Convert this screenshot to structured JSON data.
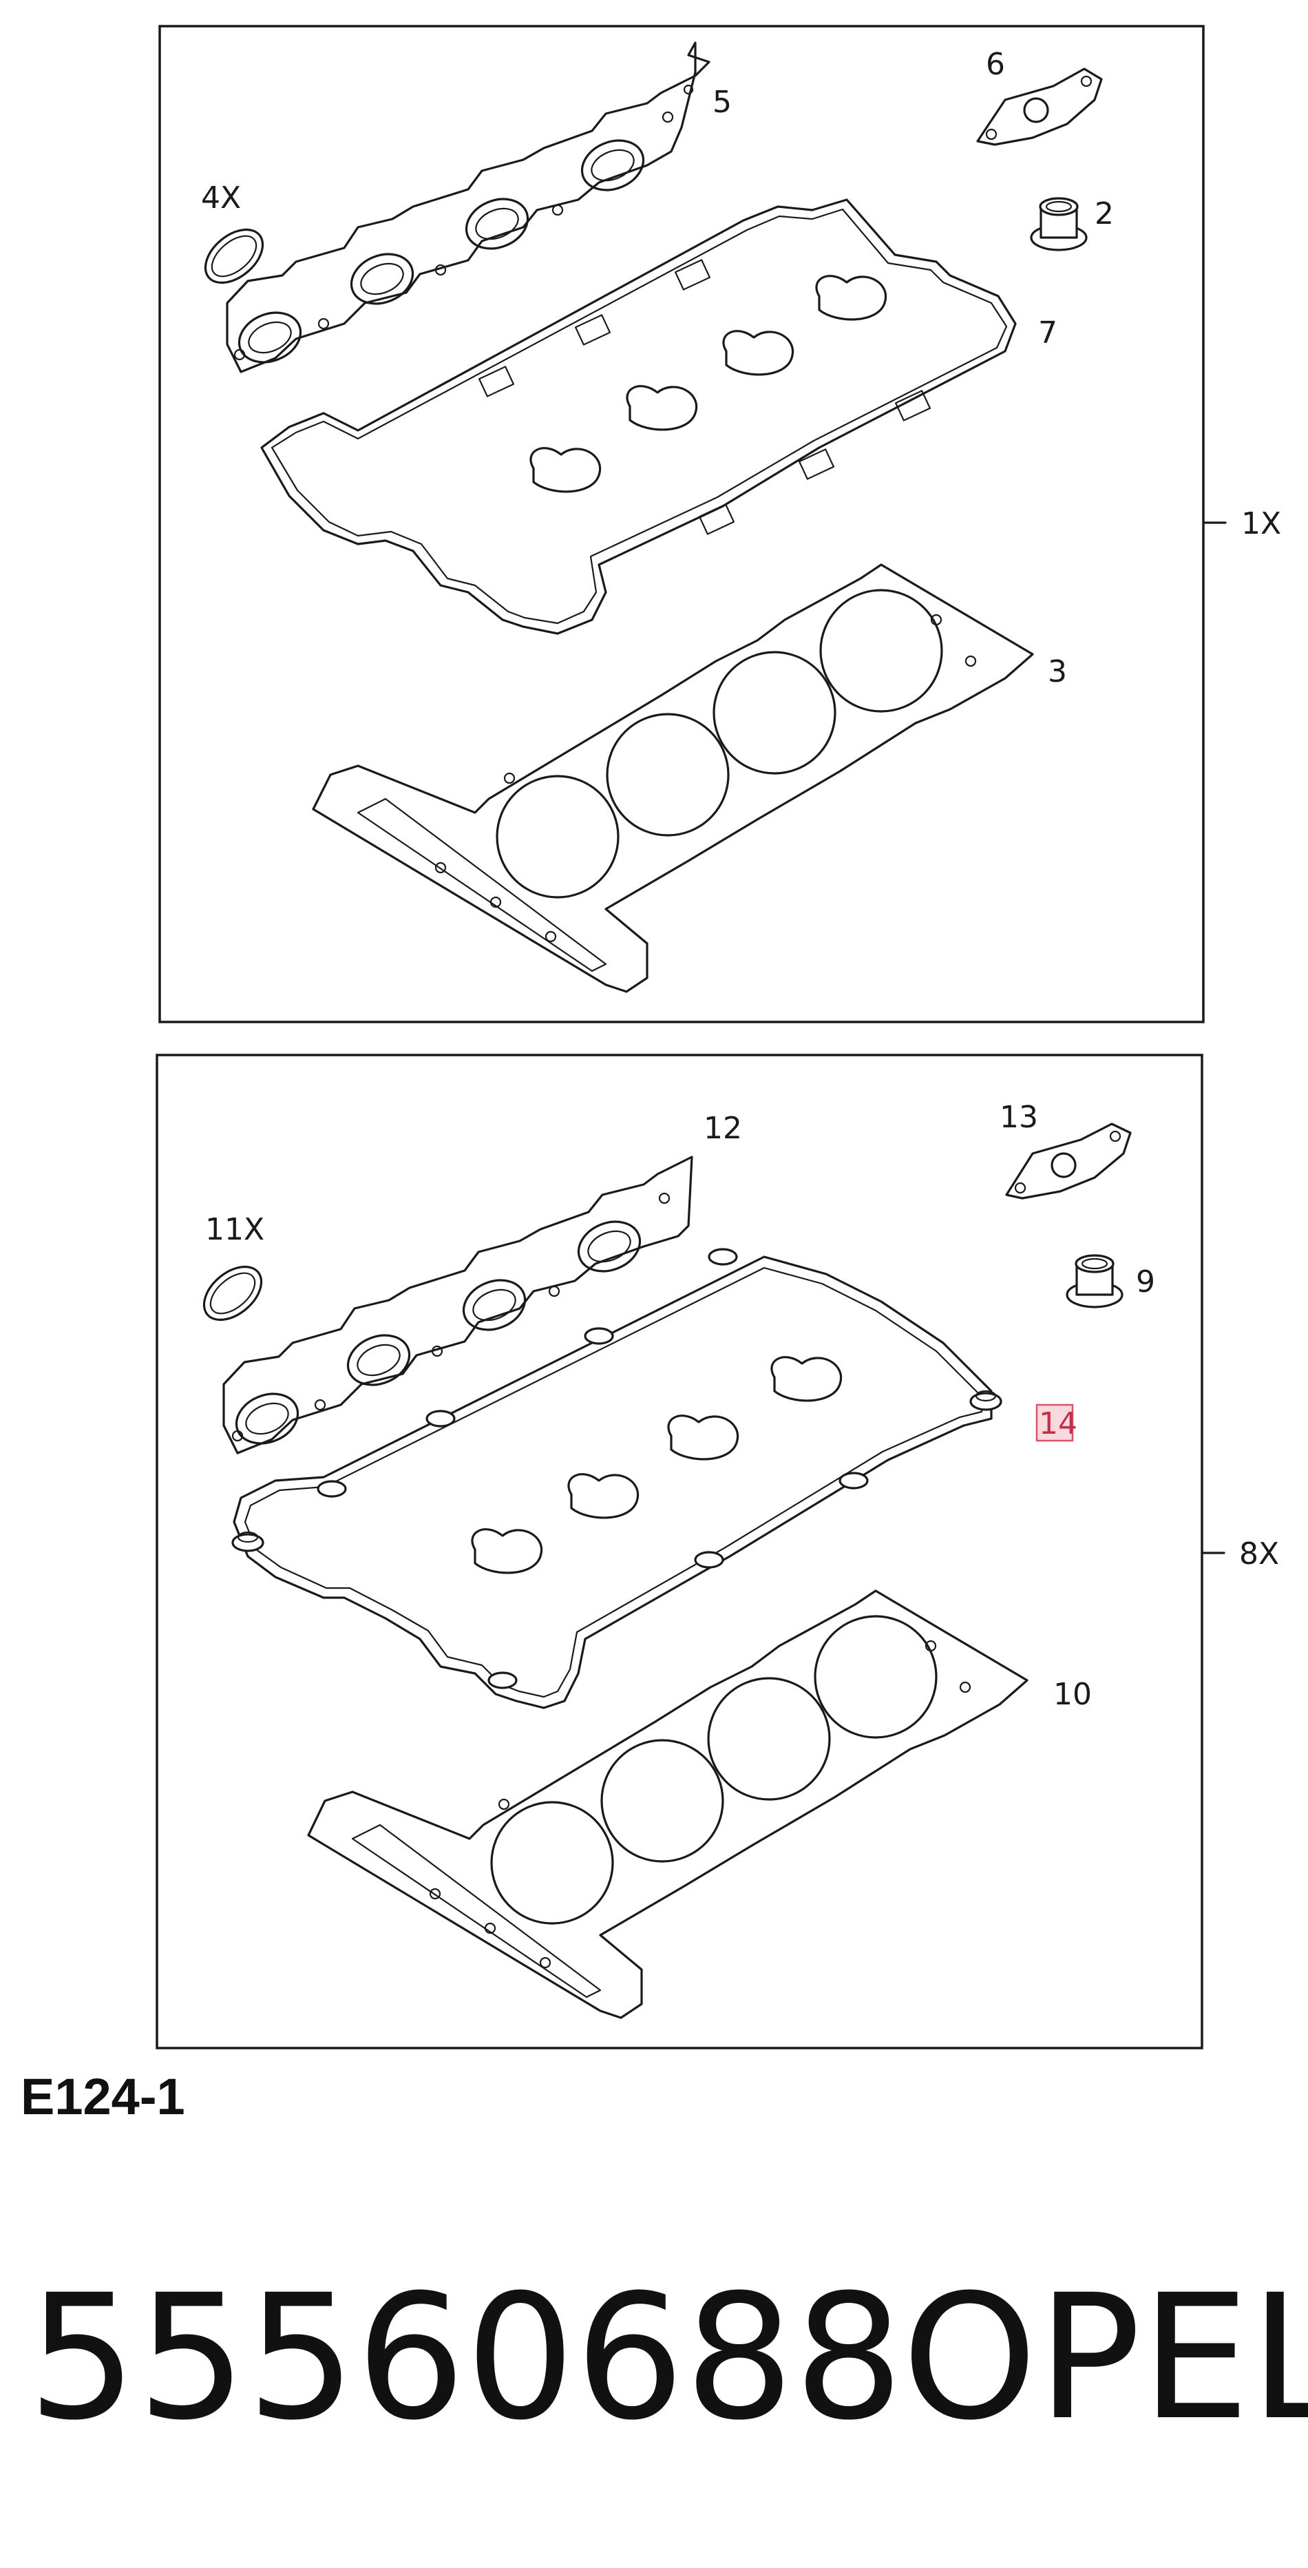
{
  "diagram": {
    "panel_top": {
      "group_label": "1X",
      "callouts": [
        "5",
        "6",
        "4X",
        "2",
        "7",
        "3"
      ]
    },
    "panel_bottom": {
      "group_label": "8X",
      "callouts": [
        "12",
        "13",
        "11X",
        "9",
        "14",
        "10"
      ],
      "highlighted_callout": "14"
    },
    "diagram_code": "E124-1"
  },
  "footer": {
    "part_number": "55560688",
    "brand": "OPEL"
  },
  "colors": {
    "line": "#1a1a1a",
    "highlight_fill": "#f9d8de",
    "highlight_stroke": "#d9536a",
    "highlight_text": "#c0324c"
  }
}
